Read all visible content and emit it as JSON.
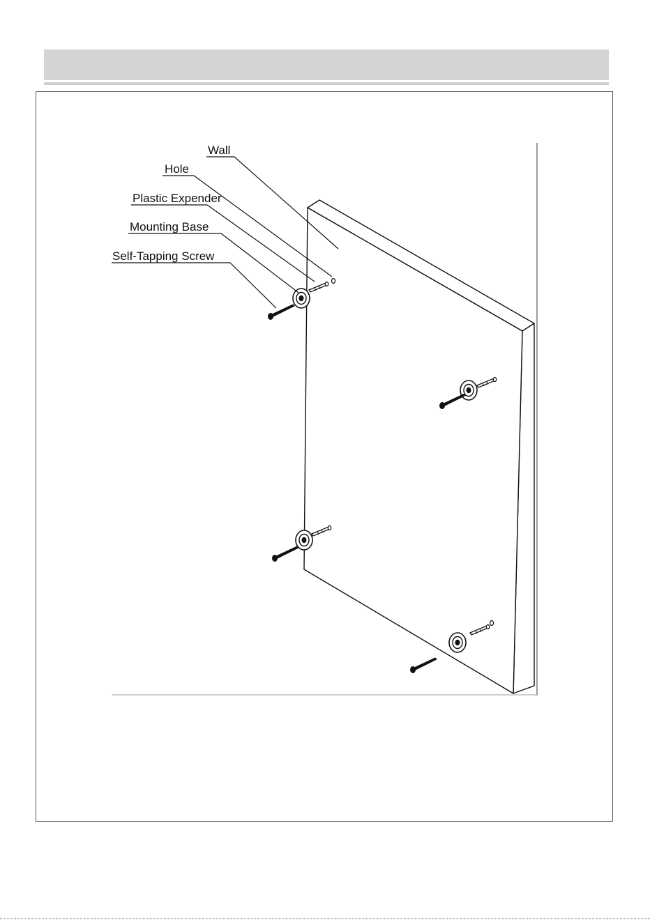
{
  "labels": {
    "wall": "Wall",
    "hole": "Hole",
    "plastic_expender": "Plastic Expender",
    "mounting_base": "Mounting Base",
    "self_tapping_screw": "Self-Tapping Screw"
  }
}
